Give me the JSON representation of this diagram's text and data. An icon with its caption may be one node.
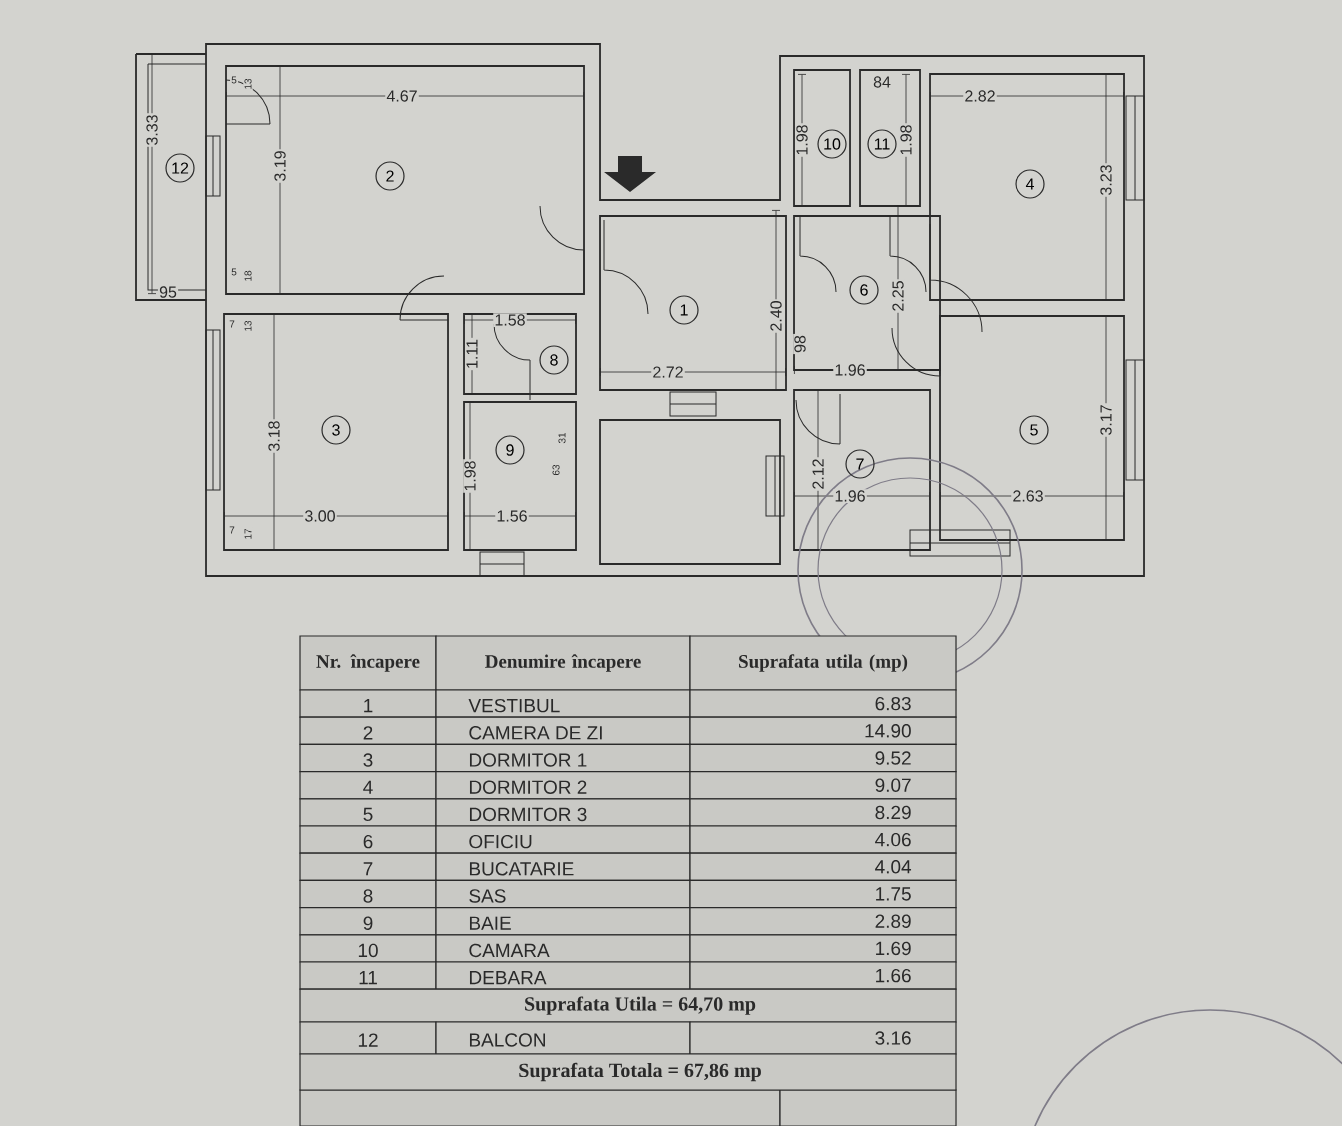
{
  "diagram": {
    "nodes": [
      {
        "text": [
          "1"
        ]
      },
      {
        "text": [
          "2"
        ]
      },
      {
        "text": [
          "3"
        ]
      },
      {
        "text": [
          "4"
        ]
      },
      {
        "text": [
          "5"
        ]
      },
      {
        "text": [
          "6"
        ]
      },
      {
        "text": [
          "7"
        ]
      },
      {
        "text": [
          "8"
        ]
      },
      {
        "text": [
          "9"
        ]
      },
      {
        "text": [
          "10"
        ]
      },
      {
        "text": [
          "11"
        ]
      },
      {
        "text": [
          "12"
        ]
      }
    ],
    "labels": [
      "4.67",
      "3.19",
      "3.33",
      "95",
      "3.18",
      "3.00",
      "1.58",
      "1.11",
      "2.72",
      "2.40",
      "1.98",
      "1.56",
      "2.82",
      "3.23",
      "1.98",
      "1.98",
      "84",
      "2.25",
      "98",
      "1.96",
      "3.17",
      "2.12",
      "1.96",
      "2.63",
      "5",
      "13",
      "5",
      "18",
      "7",
      "13",
      "7",
      "17",
      "31",
      "63",
      "Nr. încapere",
      "Denumire încapere",
      "Suprafata utila (mp)",
      "1",
      "VESTIBUL",
      "6.83",
      "2",
      "CAMERA  DE  ZI",
      "14.90",
      "3",
      "DORMITOR  1",
      "9.52",
      "4",
      "DORMITOR  2",
      "9.07",
      "5",
      "DORMITOR  3",
      "8.29",
      "6",
      "OFICIU",
      "4.06",
      "7",
      "BUCATARIE",
      "4.04",
      "8",
      "SAS",
      "1.75",
      "9",
      "BAIE",
      "2.89",
      "10",
      "CAMARA",
      "1.69",
      "11",
      "DEBARA",
      "1.66",
      "Suprafata Utila = 64,70 mp",
      "12",
      "BALCON",
      "3.16",
      "Suprafata Totala = 67,86 mp"
    ]
  }
}
